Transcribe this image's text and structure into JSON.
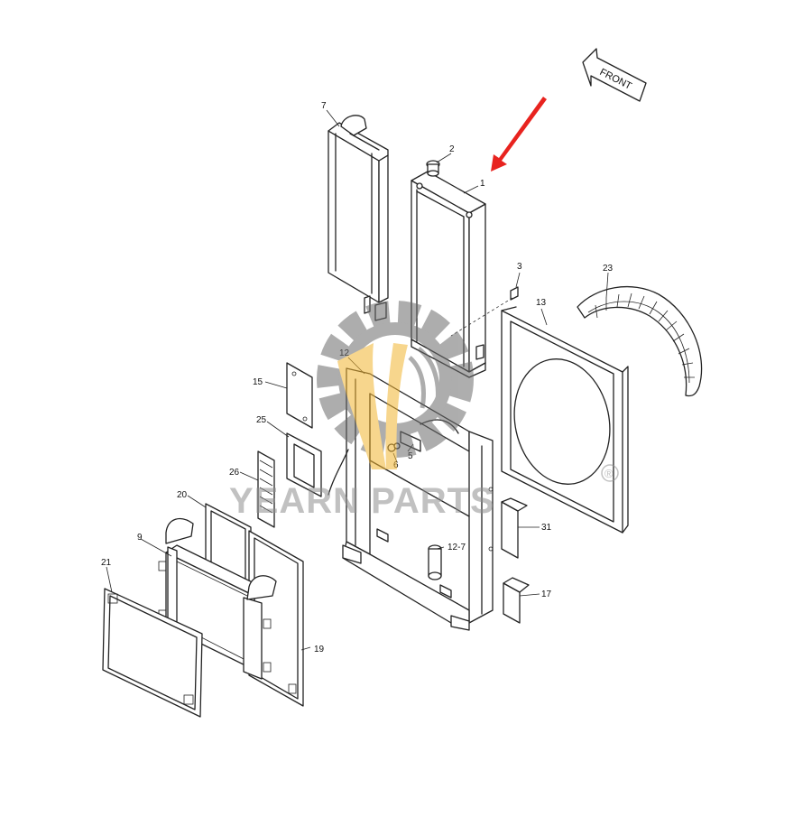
{
  "direction_label": "FRONT",
  "watermark": {
    "brand": "YEARN PARTS",
    "registered_mark": "®",
    "gear_color": "#6b6b6b",
    "accent_color": "#f2b531"
  },
  "arrow_color": "#e8231f",
  "callouts": [
    "1",
    "2",
    "3",
    "5",
    "6",
    "7",
    "9",
    "12",
    "12-7",
    "13",
    "15",
    "17",
    "19",
    "20",
    "21",
    "23",
    "25",
    "26",
    "31"
  ]
}
